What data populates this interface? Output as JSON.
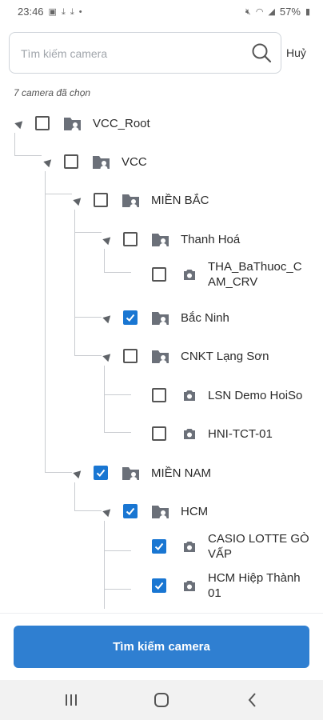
{
  "status_bar": {
    "time": "23:46",
    "battery": "57%"
  },
  "search": {
    "placeholder": "Tìm kiếm camera",
    "value": ""
  },
  "cancel_label": "Huỷ",
  "selected_count": "7 camera đã chọn",
  "tree": [
    {
      "label": "VCC_Root",
      "type": "group",
      "checked": false
    },
    {
      "label": "VCC",
      "type": "group",
      "checked": false
    },
    {
      "label": "MIỀN BẮC",
      "type": "group",
      "checked": false
    },
    {
      "label": "Thanh Hoá",
      "type": "group",
      "checked": false
    },
    {
      "label": "THA_BaThuoc_C\nAM_CRV",
      "type": "camera",
      "checked": false
    },
    {
      "label": "Bắc Ninh",
      "type": "group",
      "checked": true
    },
    {
      "label": "CNKT Lạng Sơn",
      "type": "group",
      "checked": false
    },
    {
      "label": "LSN Demo HoiSo",
      "type": "camera",
      "checked": false
    },
    {
      "label": "HNI-TCT-01",
      "type": "camera",
      "checked": false
    },
    {
      "label": "MIỀN NAM",
      "type": "group",
      "checked": true
    },
    {
      "label": "HCM",
      "type": "group",
      "checked": true
    },
    {
      "label": "CASIO LOTTE GÒ\nVẤP",
      "type": "camera",
      "checked": true
    },
    {
      "label": "HCM Hiệp Thành\n01",
      "type": "camera",
      "checked": true
    }
  ],
  "primary_button_label": "Tìm kiếm camera",
  "colors": {
    "primary": "#2f7fd1",
    "checkbox_checked": "#1976d2",
    "icon_gray": "#6b7079"
  }
}
